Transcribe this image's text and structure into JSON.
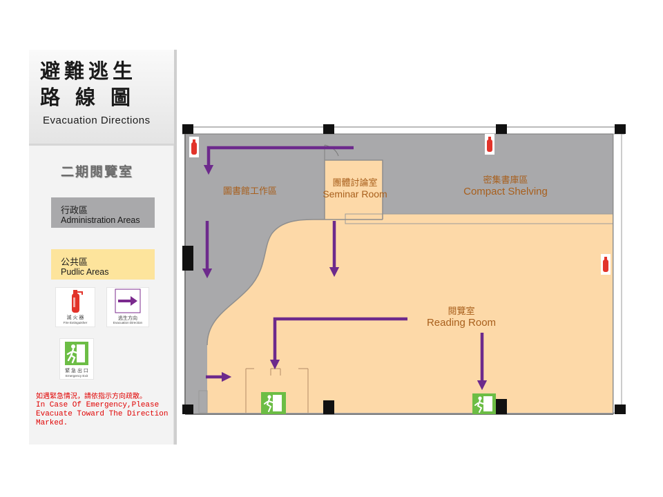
{
  "title": {
    "zh_line1": "避難逃生",
    "zh_line2": "路線圖",
    "en": "Evacuation Directions"
  },
  "floor_name": "二期閱覽室",
  "legend": {
    "admin": {
      "zh": "行政區",
      "en": "Administration Areas",
      "color": "#a9a9ab"
    },
    "public": {
      "zh": "公共區",
      "en": "Pudlic Areas",
      "color": "#fde49c"
    }
  },
  "icons": {
    "fire_extinguisher": {
      "icon": "fire-extinguisher-icon",
      "zh": "滅 火 器",
      "en": "Fire Extinguisher",
      "color": "#e2332a"
    },
    "evacuation_direction": {
      "icon": "arrow-right-icon",
      "zh": "逃生方向",
      "en": "Evacuation Direction",
      "color": "#7b2a8e"
    },
    "emergency_exit": {
      "icon": "emergency-exit-icon",
      "zh": "緊 急 出 口",
      "en": "Emergency Exit",
      "color": "#6cbd45"
    }
  },
  "note": {
    "zh": "如遇緊急情況，請依指示方向疏散。",
    "en": "In Case Of Emergency,Please Evacuate Toward The Direction Marked."
  },
  "rooms": {
    "library_work": {
      "zh": "圖書館工作區"
    },
    "seminar": {
      "zh": "團體討論室",
      "en": "Seminar Room"
    },
    "compact": {
      "zh": "密集書庫區",
      "en": "Compact Shelving"
    },
    "reading": {
      "zh": "閱覽室",
      "en": "Reading Room"
    }
  },
  "colors": {
    "admin_area": "#a9a9ab",
    "public_area": "#fdd9a8",
    "arrow": "#6d2a8c",
    "exit_sign": "#6cbd45",
    "extinguisher": "#e2332a",
    "room_text": "#a85f1c"
  }
}
